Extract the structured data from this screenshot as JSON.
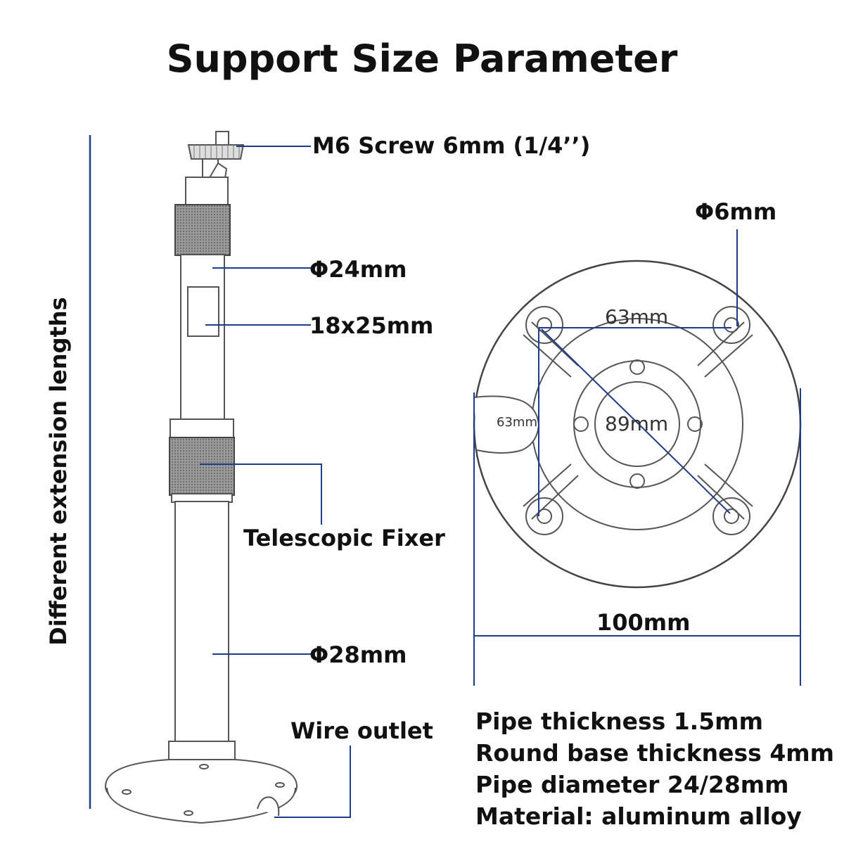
{
  "title": "Support Size Parameter",
  "vertical_label": "Different extension lengths",
  "labels": {
    "screw": "M6 Screw 6mm (1/4’’)",
    "pipe_top": "Φ24mm",
    "slot": "18x25mm",
    "fixer": "Telescopic Fixer",
    "pipe_bottom": "Φ28mm",
    "wire": "Wire outlet",
    "hole": "Φ6mm",
    "base_width": "100mm"
  },
  "base_dims": {
    "hole_spacing_h": "63mm",
    "hole_spacing_v": "63mm",
    "diagonal": "89mm"
  },
  "specs": [
    "Pipe thickness 1.5mm",
    "Round base thickness 4mm",
    "Pipe diameter 24/28mm",
    "Material: aluminum alloy"
  ],
  "colors": {
    "annotation_line": "#1f3c88",
    "drawing_line": "#555555",
    "text": "#111111"
  }
}
